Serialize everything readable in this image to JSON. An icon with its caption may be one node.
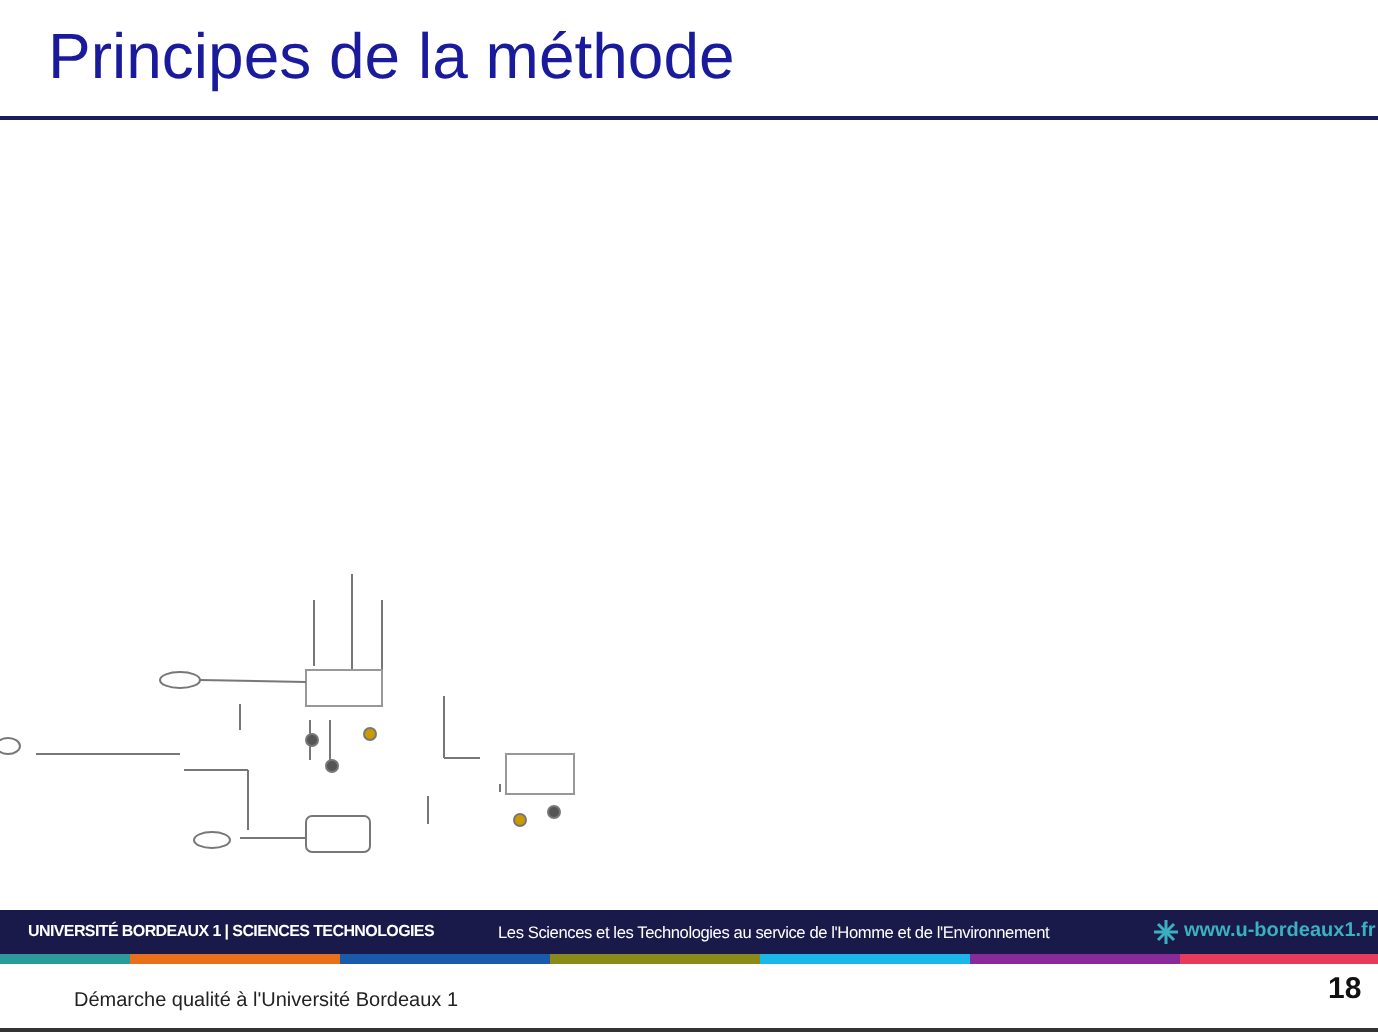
{
  "diagram": {
    "title": "Principes de la méthode",
    "labels": [
      "UNIVERSITÉ BORDEAUX 1 | SCIENCES TECHNOLOGIES",
      "Les Sciences et les Technologies au service de l'Homme et de l'Environnement",
      "www.u-bordeaux1.fr",
      "Démarche qualité à l'Université Bordeaux 1",
      "18"
    ]
  }
}
